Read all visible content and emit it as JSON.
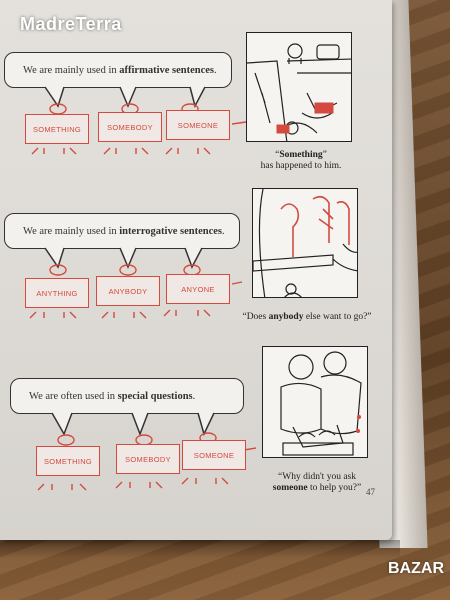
{
  "watermark": "MadreTerra",
  "logo": "BAZAR",
  "page_number": "47",
  "sections": [
    {
      "bubble_pre": "We are mainly used in ",
      "bubble_bold": "affirmative sentences",
      "bubble_post": ".",
      "cards": [
        "SOMETHING",
        "SOMEBODY",
        "SOMEONE"
      ],
      "caption_bold": "Something",
      "caption_rest": "has happened to him.",
      "caption_pre": ""
    },
    {
      "bubble_pre": "We are mainly used in ",
      "bubble_bold": "interrogative sentences",
      "bubble_post": ".",
      "cards": [
        "ANYTHING",
        "ANYBODY",
        "ANYONE"
      ],
      "caption_pre": "Does ",
      "caption_bold": "anybody",
      "caption_rest": " else want to go?"
    },
    {
      "bubble_pre": "We are often used in ",
      "bubble_bold": "special questions",
      "bubble_post": ".",
      "cards": [
        "SOMETHING",
        "SOMEBODY",
        "SOMEONE"
      ],
      "caption_pre": "Why didn't you ask ",
      "caption_bold": "someone",
      "caption_rest": " to help you?"
    }
  ],
  "colors": {
    "card_red": "#d44a3e",
    "ink": "#222222",
    "paper": "#e4e1dc"
  }
}
